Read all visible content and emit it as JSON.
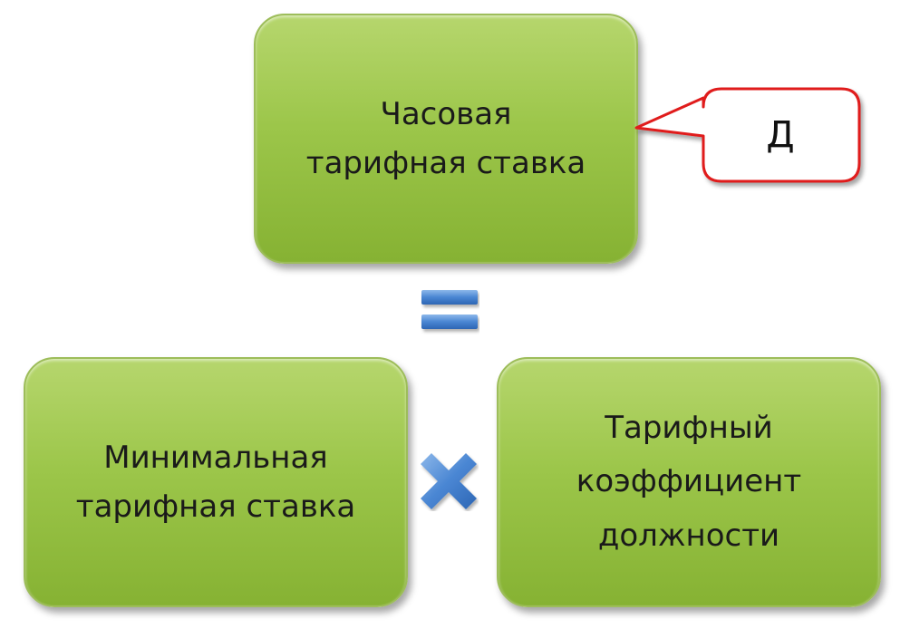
{
  "diagram": {
    "top_box": {
      "lines": [
        "Часовая",
        "тарифная ставка"
      ]
    },
    "callout": {
      "label": "Д"
    },
    "operator_equals": "equals",
    "left_box": {
      "lines": [
        "Минимальная",
        "тарифная ставка"
      ]
    },
    "operator_times": "multiply",
    "right_box": {
      "lines": [
        "Тарифный",
        "коэффициент",
        "должности"
      ]
    }
  },
  "colors": {
    "box_fill": "#9cc64a",
    "callout_border": "#e01e1e",
    "operator_blue": "#3f7fd0"
  }
}
